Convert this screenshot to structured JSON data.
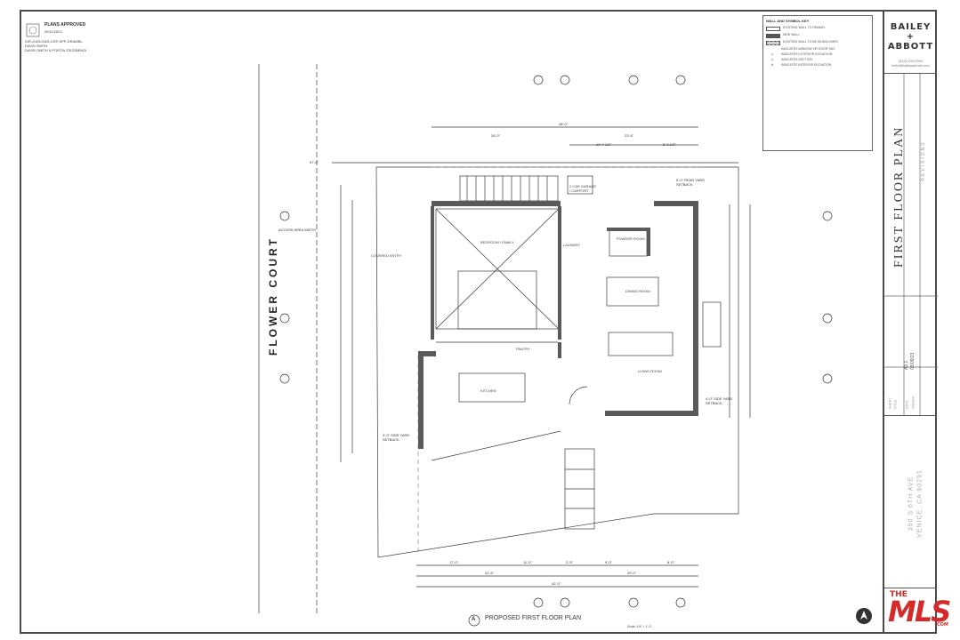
{
  "stamp": {
    "header": "PLANS APPROVED",
    "date": "09/11/2023",
    "case": "DIR-2023-0320-CDP-SPP-DRAWBL",
    "lines": [
      "DIR-2023-0320-CDP-SPP-DRAWBL",
      "DAVIS SMITH",
      "DAVID SMITH & PORTIA ZSIJSBENGI"
    ]
  },
  "legend": {
    "title": "WALL AND SYMBOL KEY",
    "items": [
      "EXISTING WALL TO REMAIN",
      "NEW WALL",
      "EXISTING WALL TO BE DEMOLISHED",
      "INDICATES WINDOW OR DOOR TAG",
      "INDICATES EXTERIOR ELEVATION",
      "INDICATES SECTION",
      "INDICATES INTERIOR ELEVATION"
    ]
  },
  "titleblock": {
    "brand_line1": "BAILEY +",
    "brand_line2": "ABBOTT",
    "contact_phone": "(310) 000-0000",
    "contact_email": "hello@baileyabbott.com",
    "sheet_title": "FIRST FLOOR PLAN",
    "revisions_label": "REVISIONS",
    "sheet_label": "SHEET",
    "title_label": "TITLE",
    "date_label": "DATE",
    "drawn_label": "DRAWN",
    "sheet_number": "A2.1",
    "date_value": "03/09/23",
    "address_line1": "350 S 6TH AVE",
    "address_line2": "VENICE, CA 90291"
  },
  "plan": {
    "flower_court": "FLOWER COURT",
    "title": "PROPOSED FIRST FLOOR PLAN",
    "drawing_marker": "A",
    "scale": "Scale: 1/4\" = 1'-0\"",
    "rooms": {
      "dining": "DINING ROOM",
      "kitchen": "KITCHEN",
      "living": "LIVING ROOM",
      "pantry": "PANTRY",
      "laundry": "LAUNDRY",
      "powder": "POWDER ROOM",
      "bedroom": "BEDROOM / FAMILY",
      "covered_entry": "COVERED ENTRY",
      "garage": "2 CAR GARAGE / CARPORT"
    },
    "setbacks": {
      "rear": "5'-0\" REAR YARD SETBACK",
      "side_left": "4'-0\" SIDE YARD SETBACK",
      "side_right": "4'-0\" SIDE YARD SETBACK",
      "access": "ACCESS AREA WIDTH"
    },
    "dims_top": [
      "48'-0\"",
      "26'-0\"",
      "23'-6\"",
      "10'-7 1/2\"",
      "8'-3 1/2\""
    ],
    "dims_bottom": [
      "42'-0\"",
      "22'-6\"",
      "17'-0\"",
      "11'-0\"",
      "2'-5\"",
      "9'-0\"",
      "8'-0\"",
      "20'-0\""
    ],
    "dim_left": "57'-0\""
  },
  "mls": {
    "the": "THE",
    "mls": "MLS",
    "suffix": "COM"
  },
  "colors": {
    "line": "#3a3a3a",
    "wall": "#5a5a5a",
    "mls_red": "#d42a2a"
  }
}
